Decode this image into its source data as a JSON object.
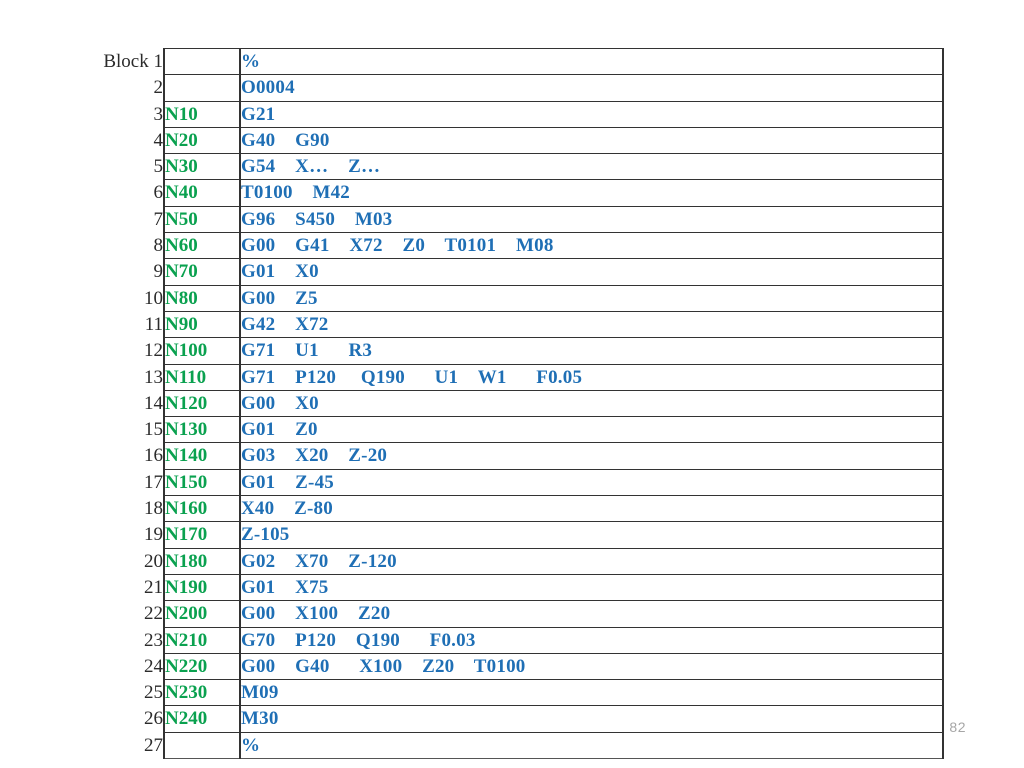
{
  "page": {
    "page_number": "82",
    "background_color": "#ffffff",
    "block_label": "Block",
    "colors": {
      "n_block_green": "#0aa14f",
      "gcode_blue": "#1f6fb5",
      "gutter_text": "#2b2b2b",
      "border": "#333333",
      "page_number": "#a6a6a6"
    }
  },
  "table": {
    "columns": [
      "line_number",
      "n_block",
      "gcode"
    ],
    "rows": [
      {
        "line_number": "Block 1",
        "n_block": "",
        "gcode": "%"
      },
      {
        "line_number": "2",
        "n_block": "",
        "gcode": "O0004"
      },
      {
        "line_number": "3",
        "n_block": "N10",
        "gcode": "G21"
      },
      {
        "line_number": "4",
        "n_block": "N20",
        "gcode": "G40    G90"
      },
      {
        "line_number": "5",
        "n_block": "N30",
        "gcode": "G54    X…    Z…"
      },
      {
        "line_number": "6",
        "n_block": "N40",
        "gcode": "T0100    M42"
      },
      {
        "line_number": "7",
        "n_block": "N50",
        "gcode": "G96    S450    M03"
      },
      {
        "line_number": "8",
        "n_block": "N60",
        "gcode": "G00    G41    X72    Z0    T0101    M08"
      },
      {
        "line_number": "9",
        "n_block": "N70",
        "gcode": "G01    X0"
      },
      {
        "line_number": "10",
        "n_block": "N80",
        "gcode": "G00    Z5"
      },
      {
        "line_number": "11",
        "n_block": "N90",
        "gcode": "G42    X72"
      },
      {
        "line_number": "12",
        "n_block": "N100",
        "gcode": "G71    U1      R3"
      },
      {
        "line_number": "13",
        "n_block": "N110",
        "gcode": "G71    P120     Q190      U1    W1      F0.05"
      },
      {
        "line_number": "14",
        "n_block": "N120",
        "gcode": "G00    X0"
      },
      {
        "line_number": "15",
        "n_block": "N130",
        "gcode": "G01    Z0"
      },
      {
        "line_number": "16",
        "n_block": "N140",
        "gcode": "G03    X20    Z-20"
      },
      {
        "line_number": "17",
        "n_block": "N150",
        "gcode": "G01    Z-45"
      },
      {
        "line_number": "18",
        "n_block": "N160",
        "gcode": "X40    Z-80"
      },
      {
        "line_number": "19",
        "n_block": "N170",
        "gcode": "Z-105"
      },
      {
        "line_number": "20",
        "n_block": "N180",
        "gcode": "G02    X70    Z-120"
      },
      {
        "line_number": "21",
        "n_block": "N190",
        "gcode": "G01    X75"
      },
      {
        "line_number": "22",
        "n_block": "N200",
        "gcode": "G00    X100    Z20"
      },
      {
        "line_number": "23",
        "n_block": "N210",
        "gcode": "G70    P120    Q190      F0.03"
      },
      {
        "line_number": "24",
        "n_block": "N220",
        "gcode": "G00    G40      X100    Z20    T0100"
      },
      {
        "line_number": "25",
        "n_block": "N230",
        "gcode": "M09"
      },
      {
        "line_number": "26",
        "n_block": "N240",
        "gcode": "M30"
      },
      {
        "line_number": "27",
        "n_block": "",
        "gcode": "%"
      }
    ]
  }
}
